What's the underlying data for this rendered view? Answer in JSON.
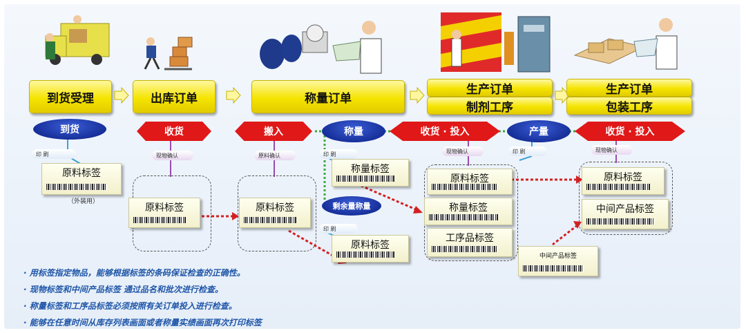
{
  "steps": {
    "arrival": "到货受理",
    "outbound": "出库订单",
    "weigh": "称量订单",
    "production_a": "生产订单",
    "production_b": "制剂工序",
    "packing_a": "生产订单",
    "packing_b": "包装工序"
  },
  "events": {
    "arrival": "到货",
    "receive1": "收货",
    "carry_in": "搬入",
    "weigh": "称量",
    "receive_input1": "收货 · 投入",
    "output": "产量",
    "receive_input2": "收货 · 投入",
    "remain_weigh": "剩余量称量"
  },
  "pills": {
    "print": "印 刷",
    "confirm": "现物确认",
    "material_confirm": "原料确认"
  },
  "labels": {
    "raw_material": "原料标签",
    "weigh_label": "称量标签",
    "process_label": "工序品标签",
    "intermediate": "中间产品标签",
    "outer_pack": "（外装用）"
  },
  "notes": [
    "· 用标签指定物品，能够根据标签的条码保证检查的正确性。",
    "· 现物标签和中间产品标签 通过品名和批次进行检查。",
    "· 称量标签和工序品标签必须按照有关订单投入进行检查。",
    "· 能够在任意时间从库存列表画面或者称量实绩画面再次打印标签"
  ],
  "colors": {
    "step_yellow": "#f5e400",
    "event_blue": "#17309a",
    "event_red": "#e01818",
    "note_blue": "#1f56a8",
    "flow_red": "#d42020",
    "flow_green": "#3ca83c",
    "print_line": "#3aa0d8",
    "confirm_line": "#9a4ab0"
  },
  "icons": [
    "delivery-truck-icon",
    "hand-truck-boxes-icon",
    "weighing-bags-icon",
    "chemist-icon",
    "production-tank-icon",
    "packing-worker-icon"
  ]
}
